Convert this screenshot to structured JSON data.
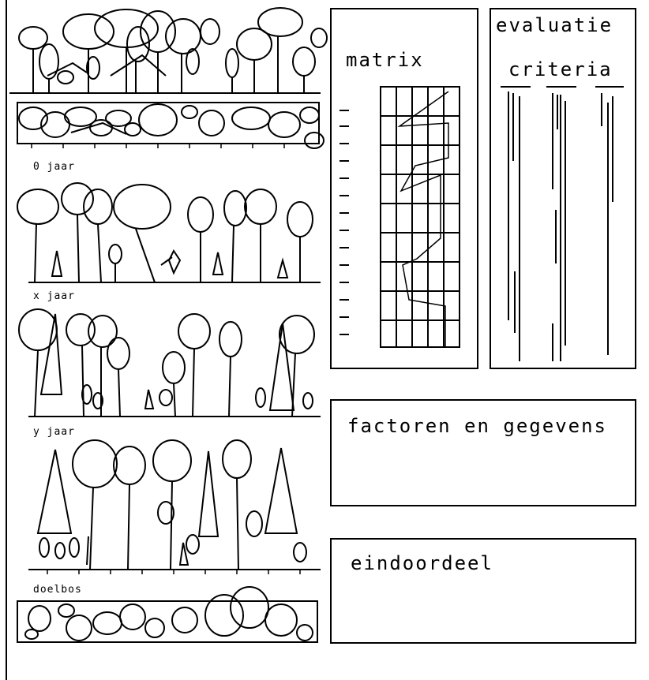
{
  "stages": [
    {
      "label": "0 jaar"
    },
    {
      "label": "x jaar"
    },
    {
      "label": "y jaar"
    },
    {
      "label": "doelbos"
    }
  ],
  "panels": {
    "matrix": {
      "title": "matrix"
    },
    "evaluation": {
      "title_line1": "evaluatie",
      "title_line2": "criteria"
    },
    "factors": {
      "title": "factoren en gegevens"
    },
    "final": {
      "title": "eindoordeel"
    }
  }
}
